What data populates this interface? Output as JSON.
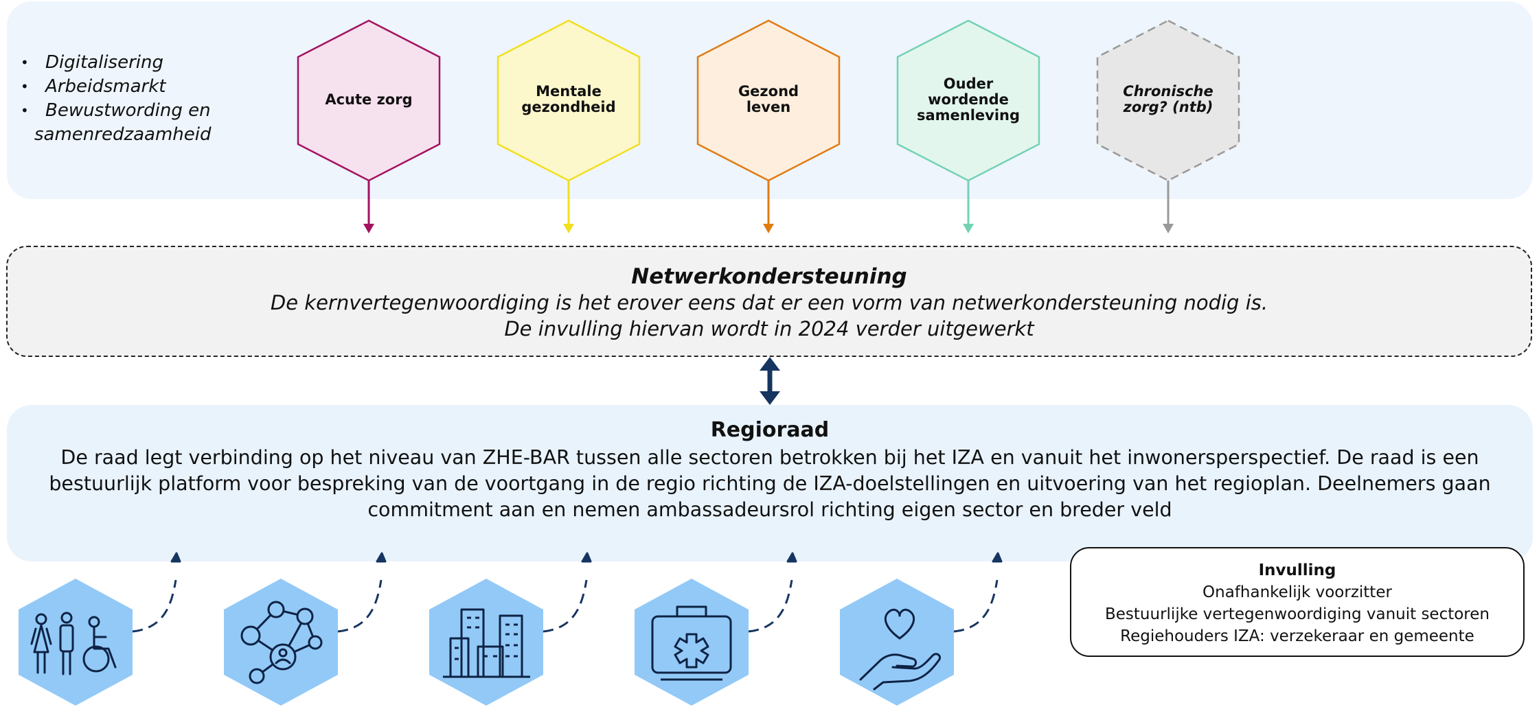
{
  "themes": {
    "bullets": [
      "Digitalisering",
      "Arbeidsmarkt",
      "Bewustwording en",
      "samenredzaamheid"
    ],
    "hexagons": [
      {
        "lines": [
          "Acute zorg"
        ],
        "stroke": "#a3135f",
        "fill": "#f6e1ee"
      },
      {
        "lines": [
          "Mentale",
          "gezondheid"
        ],
        "stroke": "#f2df1e",
        "fill": "#fdf7cc"
      },
      {
        "lines": [
          "Gezond",
          "leven"
        ],
        "stroke": "#e07b12",
        "fill": "#fdeede"
      },
      {
        "lines": [
          "Ouder",
          "wordende",
          "samenleving"
        ],
        "stroke": "#73d2b4",
        "fill": "#e3f6ee"
      },
      {
        "lines": [
          "Chronische",
          "zorg? (ntb)"
        ],
        "stroke": "#999999",
        "fill": "#e7e7e7"
      }
    ]
  },
  "network": {
    "title": "Netwerkondersteuning",
    "line1": "De kernvertegenwoordiging is het erover eens dat er een vorm van netwerkondersteuning nodig is.",
    "line2": "De invulling hiervan wordt in 2024 verder uitgewerkt"
  },
  "regioraad": {
    "title": "Regioraad",
    "body": "De raad legt verbinding op het niveau van ZHE-BAR tussen alle sectoren betrokken bij het IZA en vanuit het inwonersperspectief. De raad is een bestuurlijk platform voor bespreking van de voortgang in de regio richting de IZA-doelstellingen en uitvoering van het regioplan. Deelnemers gaan commitment aan en nemen ambassadeursrol richting eigen sector en breder veld"
  },
  "invulling": {
    "title": "Invulling",
    "items": [
      "Onafhankelijk voorzitter",
      "Bestuurlijke vertegenwoordiging vanuit sectoren",
      "Regiehouders IZA: verzekeraar en gemeente"
    ]
  },
  "colors": {
    "navy": "#163560",
    "iconHexFill": "#92c9f7",
    "iconStroke": "#0e2244"
  },
  "sector_icons": [
    "people-accessibility-icon",
    "network-icon",
    "buildings-icon",
    "medical-kit-icon",
    "heart-hand-icon"
  ]
}
